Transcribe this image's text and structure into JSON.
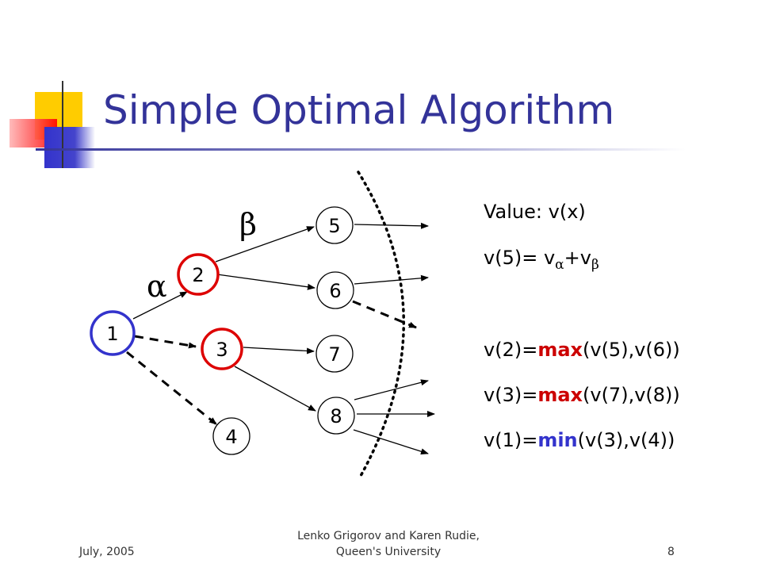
{
  "slide": {
    "title": "Simple Optimal Algorithm"
  },
  "tree": {
    "nodes": [
      "1",
      "2",
      "3",
      "4",
      "5",
      "6",
      "7",
      "8"
    ],
    "edge_labels": {
      "alpha": "α",
      "beta": "β"
    }
  },
  "formulas": {
    "value_def": "Value: v(x)",
    "v5_prefix": "v(5)= v",
    "v5_sub_alpha": "α",
    "v5_plus": "+v",
    "v5_sub_beta": "β",
    "v2_prefix": "v(2)=",
    "v2_op": "max",
    "v2_args": "(v(5),v(6))",
    "v3_prefix": "v(3)=",
    "v3_op": "max",
    "v3_args": "(v(7),v(8))",
    "v1_prefix": "v(1)=",
    "v1_op": "min",
    "v1_args": "(v(3),v(4))"
  },
  "footer": {
    "date": "July, 2005",
    "authors_line1": "Lenko Grigorov and Karen Rudie,",
    "authors_line2": "Queen's University",
    "page": "8"
  },
  "colors": {
    "title": "#333399",
    "node_default": "#000000",
    "node_max": "#cc0000",
    "node_min": "#3333cc"
  }
}
